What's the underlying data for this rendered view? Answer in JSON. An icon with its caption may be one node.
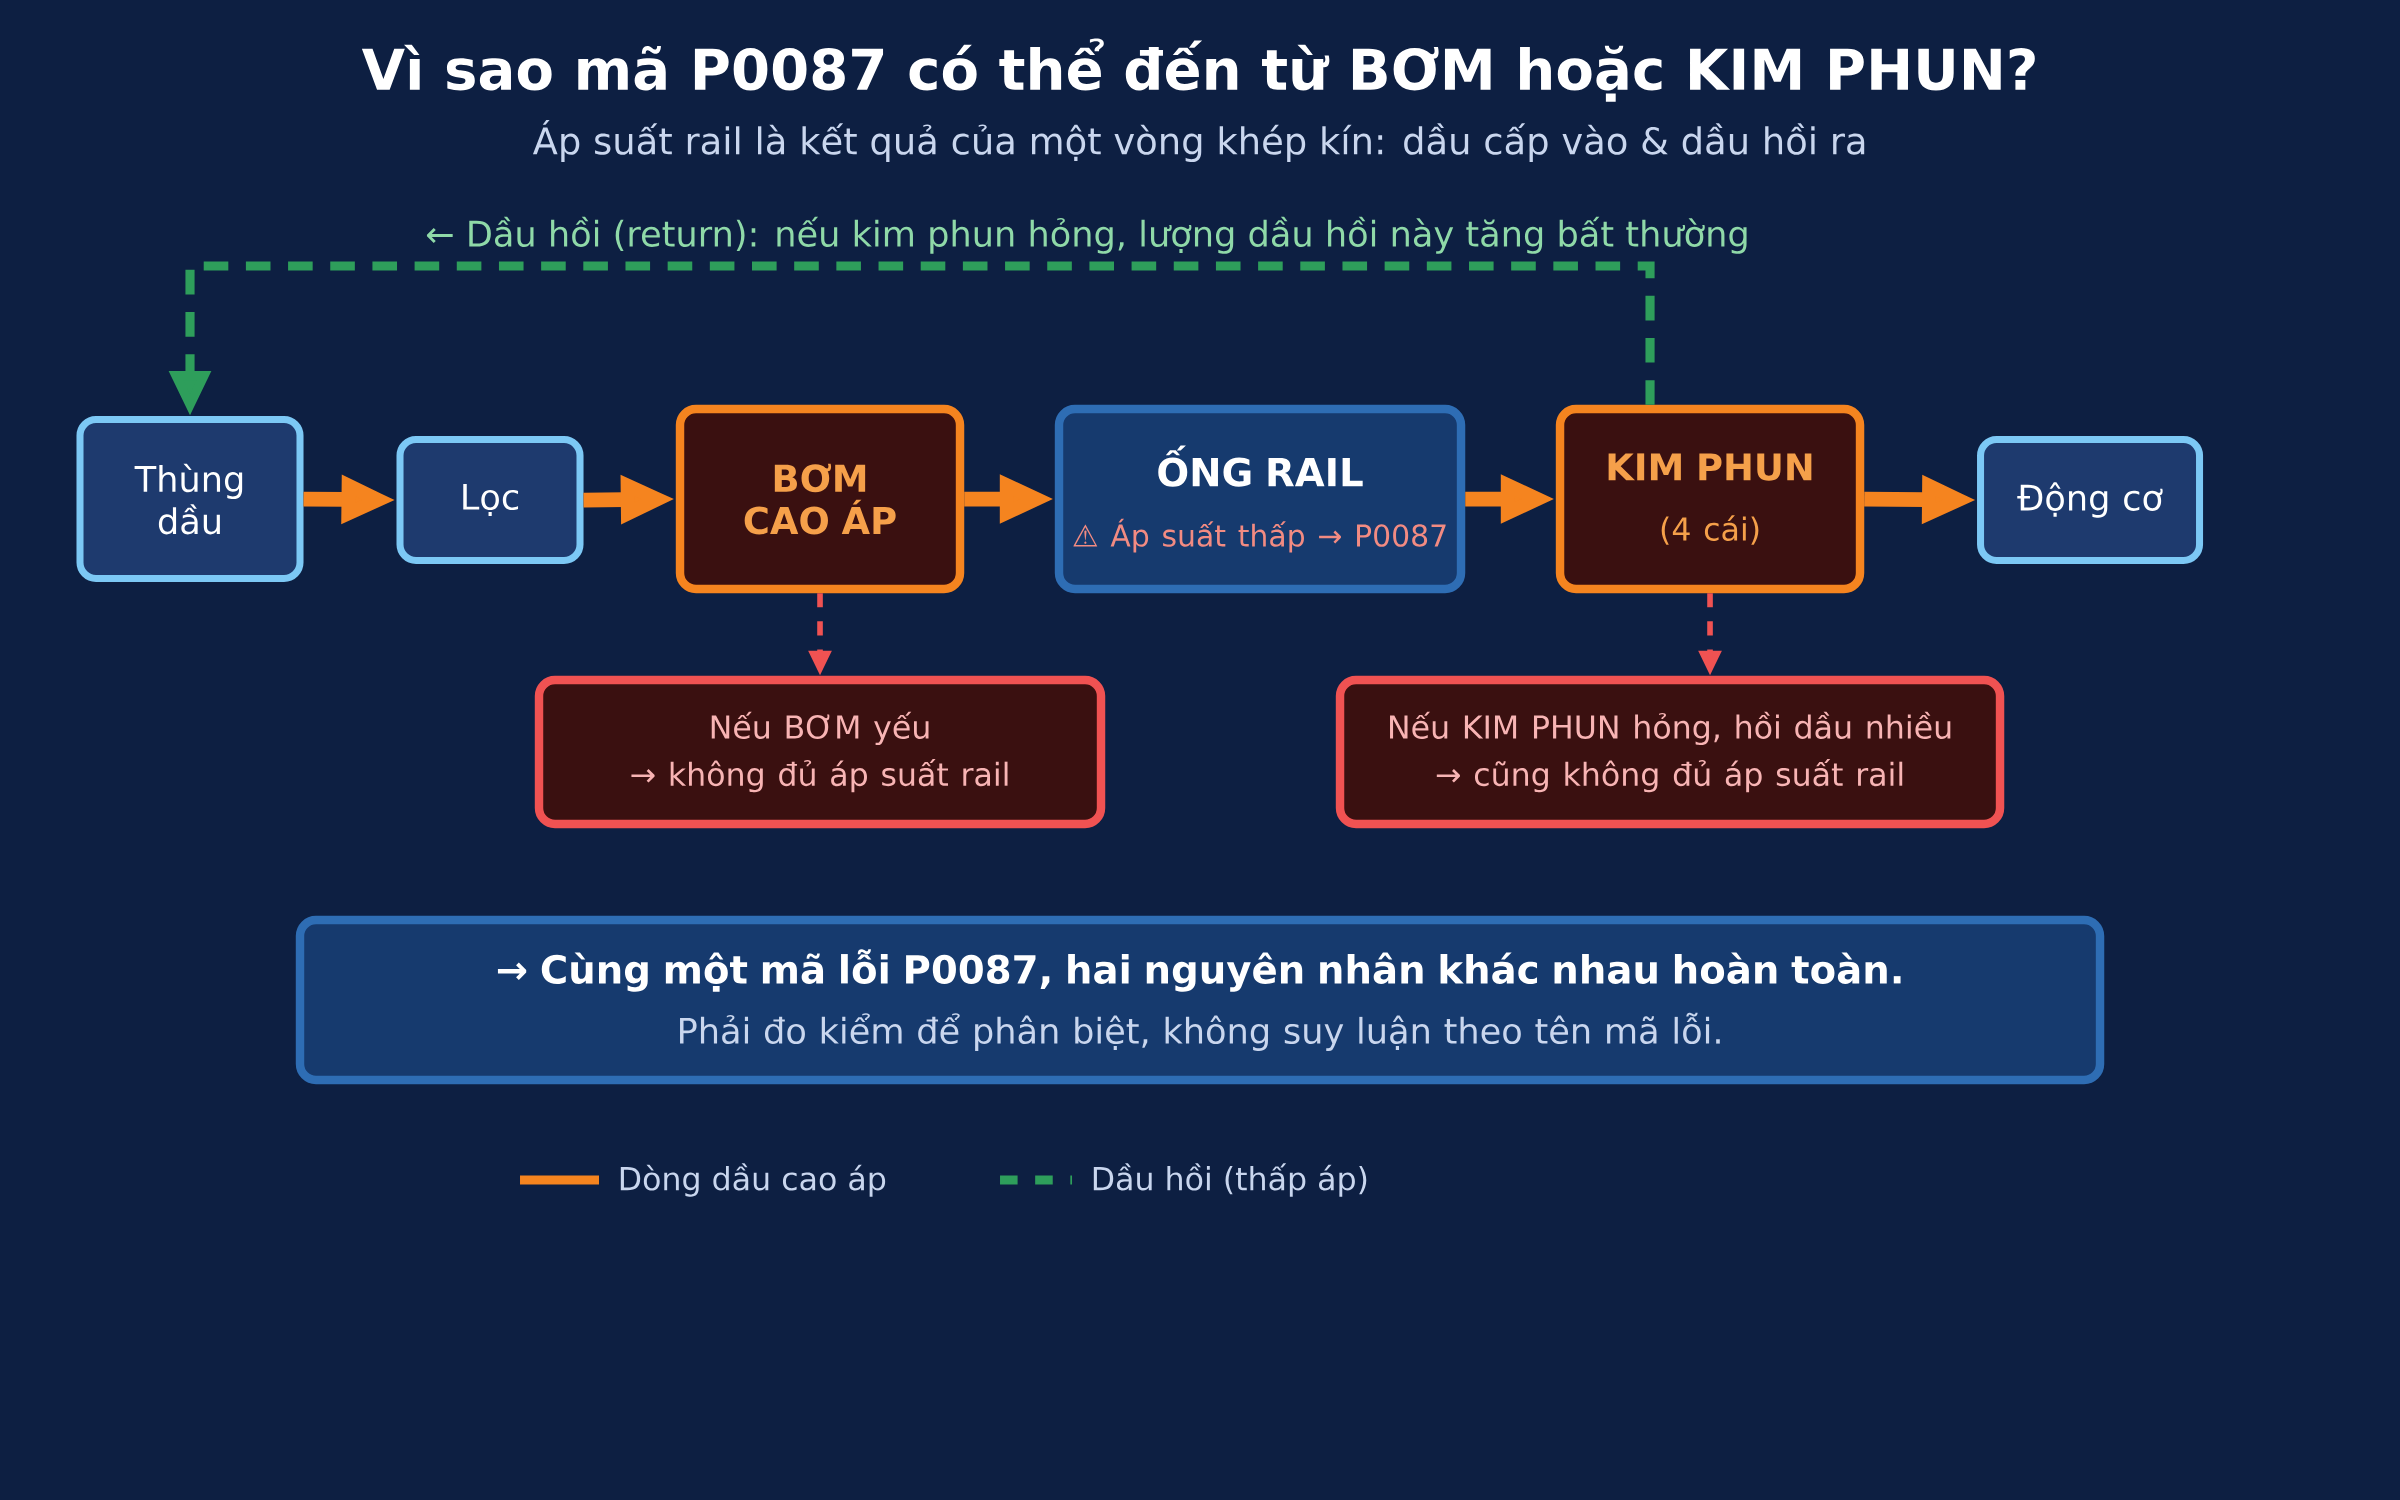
{
  "diagram": {
    "title": "Vì sao mã P0087 có thể đến từ BƠM hoặc KIM PHUN?",
    "nodes": [
      {
        "text": [
          "Thùng dầu"
        ]
      },
      {
        "text": [
          "Lọc"
        ]
      },
      {
        "text": [
          "BƠM CAO ÁP"
        ]
      },
      {
        "text": [
          "ỐNG RAIL",
          "⚠ Áp suất thấp → P0087"
        ]
      },
      {
        "text": [
          "KIM PHUN",
          "(4 cái)"
        ]
      },
      {
        "text": [
          "Động cơ"
        ]
      },
      {
        "text": [
          "Nếu BƠM yếu",
          "→ không đủ áp suất rail"
        ]
      },
      {
        "text": [
          "Nếu KIM PHUN hỏng, hồi dầu nhiều",
          "→ cũng không đủ áp suất rail"
        ]
      },
      {
        "text": [
          "→ Cùng một mã lỗi P0087, hai nguyên nhân khác nhau hoàn toàn.",
          "Phải đo kiểm để phân biệt, không suy luận theo tên mã lỗi."
        ]
      }
    ],
    "edges": [
      {
        "from": 0,
        "to": 1,
        "arrow": "to"
      },
      {
        "from": 1,
        "to": 2,
        "arrow": "to"
      },
      {
        "from": 2,
        "to": 3,
        "arrow": "to"
      },
      {
        "from": 3,
        "to": 4,
        "arrow": "to"
      },
      {
        "from": 4,
        "to": 5,
        "arrow": "to"
      },
      {
        "from": 2,
        "to": 6,
        "arrow": "to",
        "style": "dashed",
        "color": "#f05252"
      },
      {
        "from": 4,
        "to": 7,
        "arrow": "to",
        "style": "dashed",
        "color": "#f05252"
      },
      {
        "from": 4,
        "to": 0,
        "arrow": "to",
        "style": "dashed",
        "color": "#2e9e5b",
        "label": "← Dầu hồi (return): nếu kim phun hỏng, lượng dầu hồi này tăng bất thường"
      }
    ],
    "labels": [
      "Áp suất rail là kết quả của một vòng khép kín: dầu cấp vào & dầu hồi ra"
    ],
    "legend": [
      {
        "text": "Dòng dầu cao áp"
      },
      {
        "text": "Dầu hồi (thấp áp)"
      }
    ]
  }
}
